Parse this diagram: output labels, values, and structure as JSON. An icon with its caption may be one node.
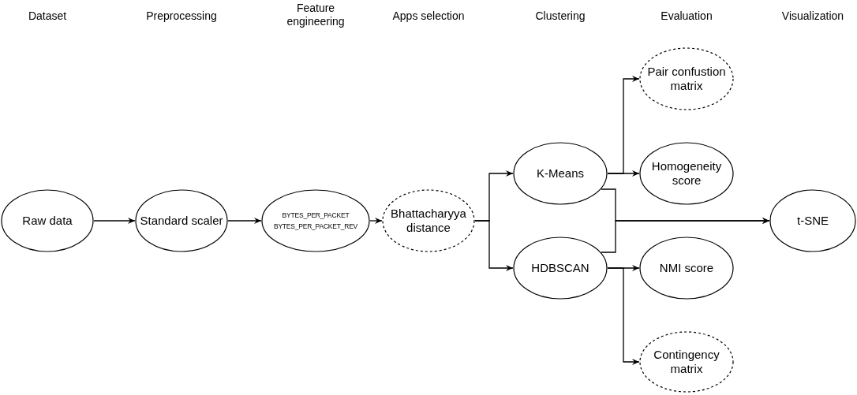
{
  "diagram": {
    "nodes": [
      {
        "text": [
          "Raw data"
        ]
      },
      {
        "text": [
          "Standard scaler"
        ]
      },
      {
        "text": [
          "BYTES_PER_PACKET",
          "BYTES_PER_PACKET_REV"
        ]
      },
      {
        "text": [
          "Bhattacharyya distance"
        ]
      },
      {
        "text": [
          "K-Means"
        ]
      },
      {
        "text": [
          "HDBSCAN"
        ]
      },
      {
        "text": [
          "Pair confustion matrix"
        ]
      },
      {
        "text": [
          "Homogeneity score"
        ]
      },
      {
        "text": [
          "NMI score"
        ]
      },
      {
        "text": [
          "Contingency matrix"
        ]
      },
      {
        "text": [
          "t-SNE"
        ]
      }
    ],
    "edges": [
      {
        "from": 0,
        "to": 1,
        "arrow": "to"
      },
      {
        "from": 1,
        "to": 2,
        "arrow": "to"
      },
      {
        "from": 2,
        "to": 3,
        "arrow": "to"
      },
      {
        "from": 3,
        "to": 4,
        "arrow": "to"
      },
      {
        "from": 3,
        "to": 5,
        "arrow": "to"
      },
      {
        "from": 4,
        "to": 6,
        "arrow": "to"
      },
      {
        "from": 4,
        "to": 7,
        "arrow": "to"
      },
      {
        "from": 4,
        "to": 10,
        "arrow": "to"
      },
      {
        "from": 5,
        "to": 10,
        "arrow": "to"
      },
      {
        "from": 5,
        "to": 8,
        "arrow": "to"
      },
      {
        "from": 5,
        "to": 9,
        "arrow": "to"
      }
    ],
    "labels": [
      "Dataset",
      "Preprocessing",
      "Feature engineering",
      "Apps selection",
      "Clustering",
      "Evaluation",
      "Visualization"
    ]
  }
}
